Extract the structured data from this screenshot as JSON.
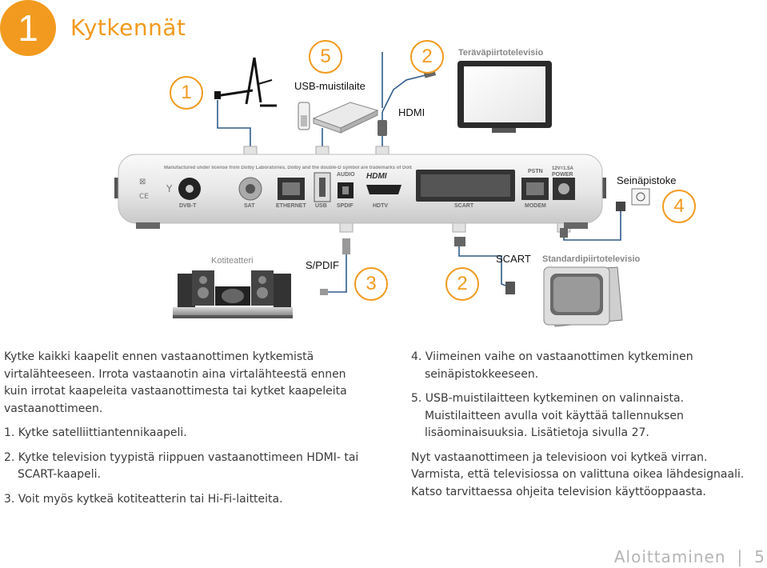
{
  "header": {
    "section_number": "1",
    "title": "Kytkennät"
  },
  "diagram": {
    "callouts": {
      "c1": "1",
      "c5": "5",
      "c2_top": "2",
      "c4": "4",
      "c3": "3",
      "c2_bottom": "2"
    },
    "labels": {
      "usb_device": "USB-muistilaite",
      "hdtv": "Teräväpiirtotelevisio",
      "hdmi": "HDMI",
      "wall_socket": "Seinäpistoke",
      "home_theater": "Kotiteatteri",
      "spdif": "S/PDIF",
      "scart": "SCART",
      "sdtv": "Standardipiirtotelevisio"
    },
    "receiver": {
      "notice": "Manufactured under license from Dolby Laboratories. Dolby and the double-D symbol are trademarks of Dolby Laboratories.",
      "ports": {
        "dvbt": "DVB-T",
        "sat": "SAT",
        "ethernet": "ETHERNET",
        "usb": "USB",
        "audio": "AUDIO",
        "spdif": "SPDIF",
        "hdmi_logo": "HDMI",
        "hdtv": "HDTV",
        "scart": "SCART",
        "pstn": "PSTN",
        "modem": "MODEM",
        "power_rating": "12V=1.5A",
        "power": "POWER"
      }
    }
  },
  "left_column": [
    "Kytke kaikki kaapelit ennen vastaanottimen kytkemistä virtalähteeseen. Irrota vastaanotin aina virtalähteestä ennen kuin irrotat kaapeleita vastaanottimesta tai kytket kaapeleita vastaanottimeen.",
    "1. Kytke satelliittiantennikaapeli.",
    "2. Kytke television tyypistä riippuen vastaanottimeen HDMI- tai SCART-kaapeli.",
    "3. Voit myös kytkeä kotiteatterin tai Hi-Fi-laitteita."
  ],
  "right_column": [
    "4. Viimeinen vaihe on vastaanottimen kytkeminen seinäpistokkeeseen.",
    "5. USB-muistilaitteen kytkeminen on valinnaista. Muistilaitteen avulla voit käyttää tallennuksen lisäominaisuuksia. Lisätietoja sivulla 27.",
    "Nyt vastaanottimeen ja televisioon voi kytkeä virran. Varmista, että televisiossa on valittuna oikea lähdesignaali. Katso tarvittaessa ohjeita television käyttöoppaasta."
  ],
  "footer": {
    "section": "Aloittaminen",
    "page_number": "5"
  },
  "colors": {
    "accent": "#f29a1f",
    "cable": "#2e5b8a",
    "text": "#3a3a3a",
    "footer": "#b5b5b5"
  }
}
